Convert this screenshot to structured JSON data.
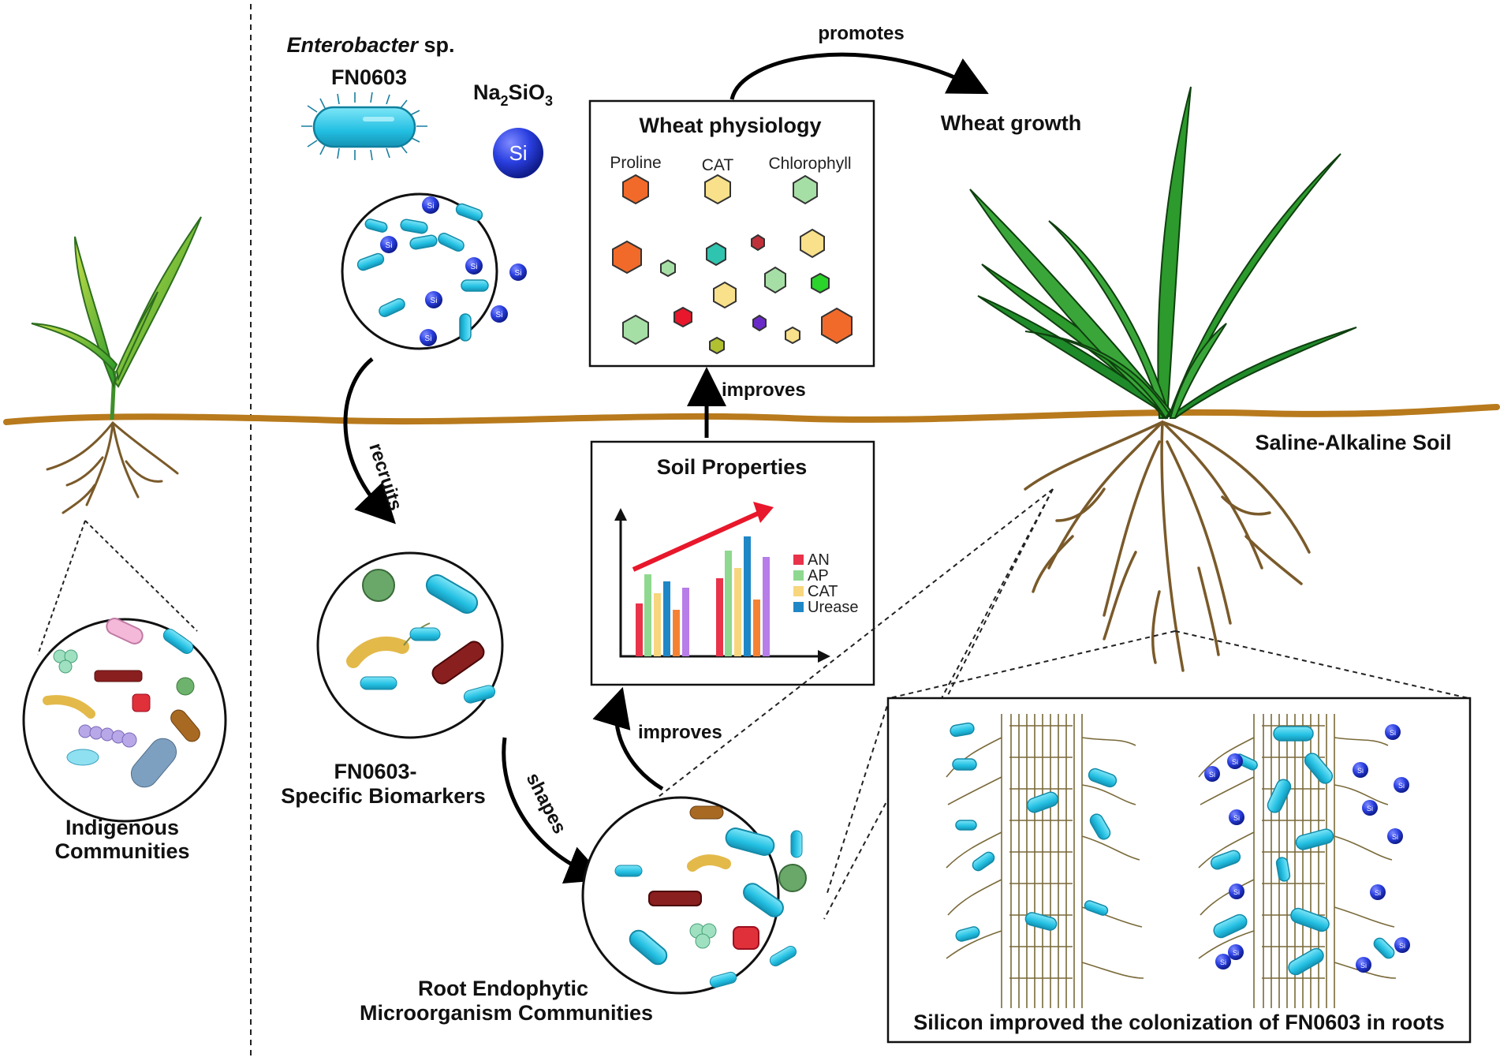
{
  "left_panel": {
    "label_line1": "Indigenous",
    "label_line2": "Communities"
  },
  "inputs": {
    "strain_genus": "Enterobacter",
    "strain_suffix": "sp.",
    "strain_id": "FN0603",
    "compound": "Na2SiO3",
    "si_label": "Si"
  },
  "arrows": {
    "recruits": "recruits",
    "shapes": "shapes",
    "improves_soil": "improves",
    "improves_physiology": "improves",
    "promotes": "promotes"
  },
  "biomarkers": {
    "label_line1": "FN0603-",
    "label_line2": "Specific Biomarkers"
  },
  "endophytes": {
    "label_line1": "Root Endophytic",
    "label_line2": "Microorganism Communities"
  },
  "physiology_box": {
    "title": "Wheat physiology",
    "items": [
      "Proline",
      "CAT",
      "Chlorophyll"
    ]
  },
  "soil_box": {
    "title": "Soil Properties",
    "legend": [
      "AN",
      "AP",
      "CAT",
      "Urease"
    ],
    "colors": {
      "AN": "#e8334a",
      "AP": "#8fd88f",
      "CAT": "#f7d67e",
      "Urease": "#1f87c6",
      "extra_orange": "#f58233",
      "extra_purple": "#b77de8",
      "trend": "#e8172b"
    }
  },
  "growth_label": "Wheat growth",
  "soil_label": "Saline-Alkaline Soil",
  "colonization_caption": "Silicon improved the colonization of FN0603 in roots",
  "colors": {
    "soil_line": "#b87a1c",
    "root": "#7a5a2a",
    "bacteria": "#29c5e6",
    "si_sphere": "#2a3fe0",
    "leaf_dark": "#1f8a2a",
    "leaf_light": "#9cc83a"
  }
}
